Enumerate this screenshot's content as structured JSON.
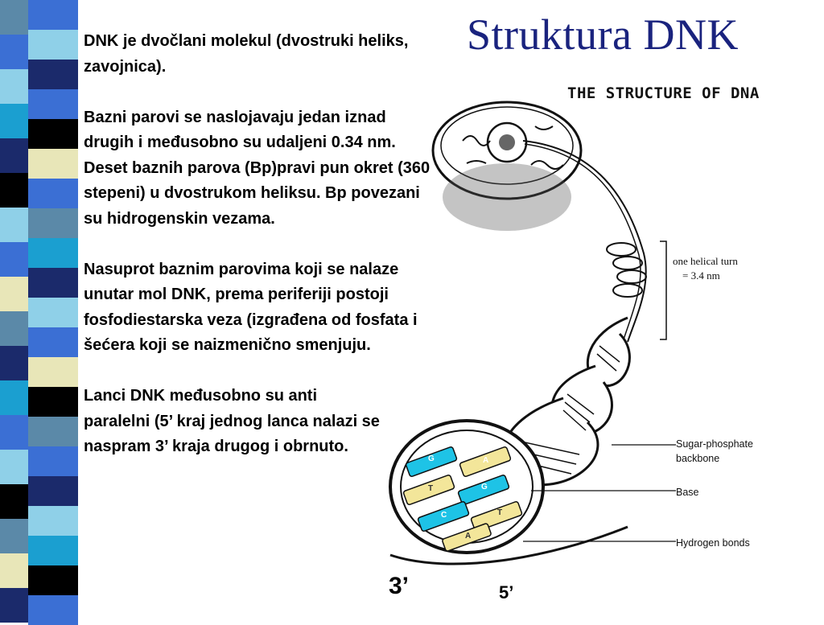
{
  "slide": {
    "title": "Struktura DNK",
    "paragraphs": [
      "DNK je dvočlani molekul (dvostruki heliks, zavojnica).",
      "Bazni parovi se naslojavaju jedan iznad drugih i međusobno su udaljeni 0.34 nm. Deset baznih parova (Bp)pravi pun okret (360 stepeni) u dvostrukom heliksu. Bp povezani su hidrogenskin vezama.",
      "Nasuprot baznim parovima koji se nalaze unutar mol DNK, prema periferiji postoji fosfodiestarska veza (izgrađena od fosfata i šećera koji se naizmenično smenjuju.",
      "Lanci DNK međusobno su anti paralelni (5’ kraj jednog lanca nalazi se naspram 3’ kraja drugog i obrnuto."
    ]
  },
  "figure": {
    "title": "THE STRUCTURE OF DNA",
    "label_turn_line1": "one helical turn",
    "label_turn_line2": "= 3.4 nm",
    "label_backbone_line1": "Sugar-phosphate",
    "label_backbone_line2": "backbone",
    "label_base": "Base",
    "label_hbonds": "Hydrogen bonds",
    "bases": [
      "G",
      "A",
      "T",
      "G",
      "C",
      "T",
      "A"
    ],
    "colors": {
      "cyan": "#1ec3e6",
      "yellow": "#f3e69a"
    }
  },
  "ends": {
    "three_prime": "3’",
    "five_prime": "5’"
  },
  "colors": {
    "title": "#1a237e",
    "stripe_palette": [
      "#1b2a6b",
      "#3b6fd4",
      "#8fd0e8",
      "#e8e6b8",
      "#000000",
      "#1b9fd0",
      "#5b89a8"
    ]
  }
}
